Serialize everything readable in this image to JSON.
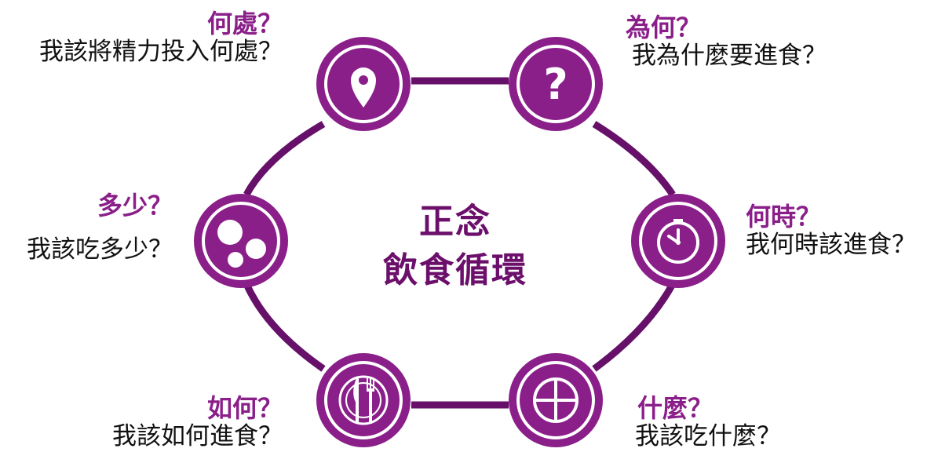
{
  "center": {
    "line1": "正念",
    "line2": "飲食循環"
  },
  "colors": {
    "ring": "#66106a",
    "node_fill": "#8a1f8a",
    "node_inner_ring": "#ffffff",
    "title_text": "#8a1f8a",
    "center_text": "#6b0f6b",
    "question_text": "#111111"
  },
  "nodes": [
    {
      "id": "where",
      "icon": "location-pin-icon",
      "title": "何處？",
      "question": "我該將精力投入何處？"
    },
    {
      "id": "why",
      "icon": "question-mark-icon",
      "title": "為何？",
      "question": "我為什麼要進食？"
    },
    {
      "id": "when",
      "icon": "clock-icon",
      "title": "何時？",
      "question": "我何時該進食？"
    },
    {
      "id": "what",
      "icon": "divided-plate-icon",
      "title": "什麼？",
      "question": "我該吃什麼？"
    },
    {
      "id": "how",
      "icon": "plate-knife-fork-icon",
      "title": "如何？",
      "question": "我該如何進食？"
    },
    {
      "id": "how_much",
      "icon": "portion-circles-icon",
      "title": "多少？",
      "question": "我該吃多少？"
    }
  ]
}
